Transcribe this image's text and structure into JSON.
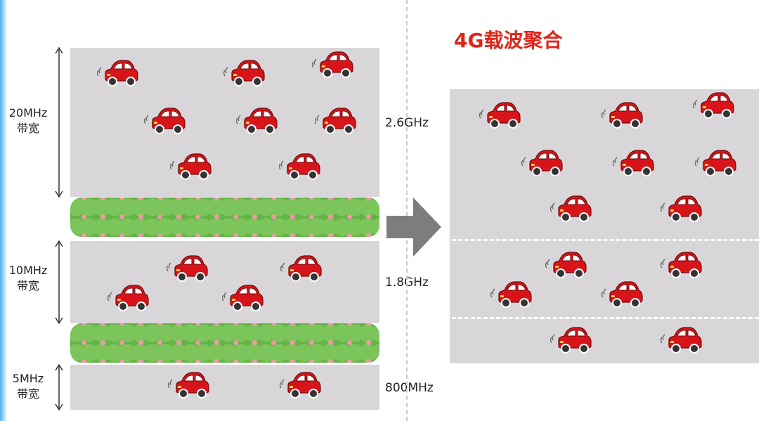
{
  "left": {
    "bands": [
      {
        "label_line1": "20MHz",
        "label_line2": "带宽",
        "frequency": "2.6GHz"
      },
      {
        "label_line1": "10MHz",
        "label_line2": "带宽",
        "frequency": "1.8GHz"
      },
      {
        "label_line1": "5MHz",
        "label_line2": "带宽",
        "frequency": "800MHz"
      }
    ]
  },
  "right": {
    "title": "4G载波聚合"
  },
  "colors": {
    "car_body": "#d8141b",
    "road": "#d8d6d8",
    "hedge": "#64b347",
    "title": "#e02418",
    "arrow": "#7d7d7d"
  }
}
